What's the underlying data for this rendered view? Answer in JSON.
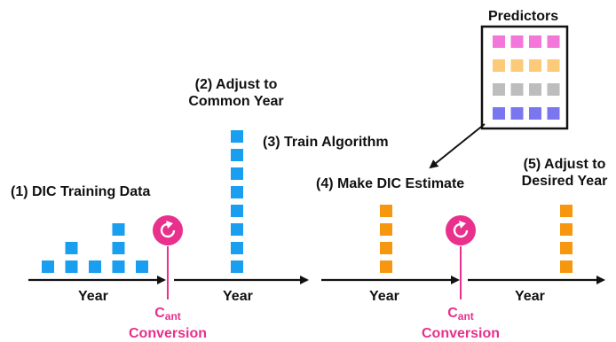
{
  "colors": {
    "blue": "#1a9ef0",
    "orange": "#f7960f",
    "pink": "#e8308c",
    "predictor_rows": [
      "#f277d9",
      "#fbcb7a",
      "#bdbdbd",
      "#7a76f0"
    ]
  },
  "steps": {
    "step1": "(1) DIC Training Data",
    "step2_line1": "(2) Adjust to",
    "step2_line2": "Common Year",
    "step3": "(3) Train Algorithm",
    "step4": "(4) Make DIC Estimate",
    "step5_line1": "(5) Adjust to",
    "step5_line2": "Desired Year"
  },
  "predictors_title": "Predictors",
  "axis_label": "Year",
  "conversion": {
    "c": "C",
    "sub": "ant",
    "word": "Conversion",
    "icon": "refresh-icon"
  },
  "panel1_stack_heights": [
    1,
    2,
    1,
    3,
    1
  ],
  "panel2_stack_heights": [
    8
  ],
  "panel3_stack_heights": [
    4
  ],
  "panel4_stack_heights": [
    4
  ],
  "predictor_grid": {
    "rows": 4,
    "cols": 4
  }
}
